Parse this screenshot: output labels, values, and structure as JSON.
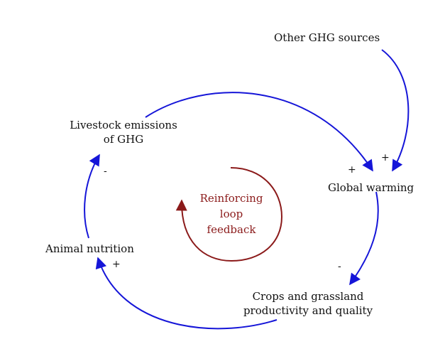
{
  "nodes": {
    "other_ghg": "Other GHG sources",
    "livestock_line1": "Livestock emissions",
    "livestock_line2": "of GHG",
    "global_warming": "Global warming",
    "animal_nutrition": "Animal nutrition",
    "crops_line1": "Crops and grassland",
    "crops_line2": "productivity and quality"
  },
  "signs": {
    "livestock_to_warming": "+",
    "other_to_warming": "+",
    "warming_to_crops": "-",
    "crops_to_nutrition": "+",
    "nutrition_to_livestock": "-"
  },
  "loop": {
    "line1": "Reinforcing",
    "line2": "loop",
    "line3": "feedback"
  },
  "colors": {
    "link": "#1515d8",
    "loop": "#8b1a1a",
    "text": "#111111"
  }
}
